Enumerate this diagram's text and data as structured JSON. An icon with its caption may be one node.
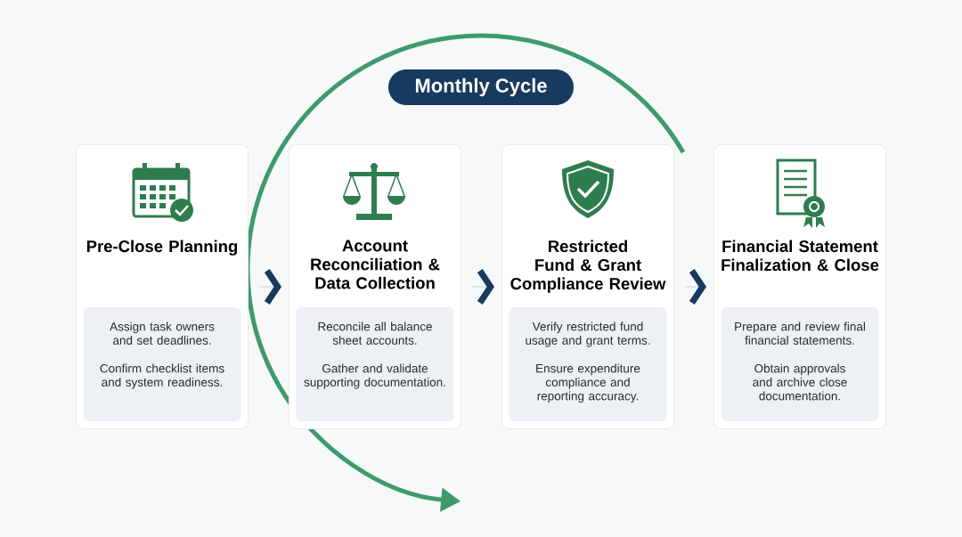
{
  "diagram": {
    "nodes": [
      {
        "text": [
          "Monthly Cycle"
        ]
      },
      {
        "text": [
          "Pre-Close Planning"
        ]
      },
      {
        "text": [
          "Assign task owners and set deadlines.",
          "Confirm checklist items and system readiness."
        ],
        "in": 1
      },
      {
        "text": [
          "Account Reconciliation & Data Collection"
        ]
      },
      {
        "text": [
          "Reconcile all balance sheet accounts.",
          "Gather and validate supporting documentation."
        ],
        "in": 3
      },
      {
        "text": [
          "Restricted Fund & Grant Compliance Review"
        ]
      },
      {
        "text": [
          "Verify restricted fund usage and grant terms.",
          "Ensure expenditure compliance and reporting accuracy."
        ],
        "in": 5
      },
      {
        "text": [
          "Financial Statement Finalization & Close"
        ]
      },
      {
        "text": [
          "Prepare and review final financial statements.",
          "Obtain approvals and archive close documentation."
        ],
        "in": 7
      }
    ],
    "edges": [
      {
        "from": 1,
        "to": 3,
        "arrow": "to"
      },
      {
        "from": 3,
        "to": 5,
        "arrow": "to"
      },
      {
        "from": 5,
        "to": 7,
        "arrow": "to"
      }
    ]
  }
}
